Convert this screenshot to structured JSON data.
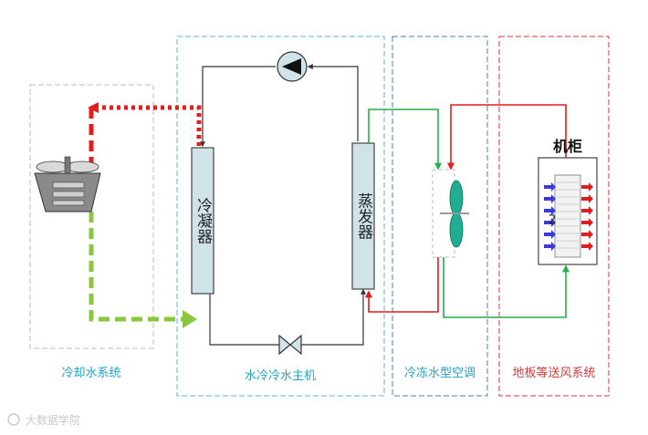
{
  "regions": {
    "cooling_water": "冷却水系统",
    "chiller": "水冷冷水主机",
    "ahu": "冷冻水型空调",
    "floor_supply": "地板等送风系统"
  },
  "components": {
    "condenser": "冷凝器",
    "evaporator": "蒸发器",
    "cabinet": "机柜",
    "cabinet_number": "2"
  },
  "watermark": "大数据学院",
  "colors": {
    "hot_water": "#e41c1c",
    "cool_water": "#8cc63f",
    "chilled_supply": "#22b14c",
    "refrigerant_line": "#333333",
    "heat_exchanger_fill": "#cfe3e8",
    "cooling_region_border": "#bbbbbb",
    "chiller_region_border": "#5bb6d6",
    "ahu_region_border": "#4a7fc1",
    "floor_region_border": "#d23a3a"
  },
  "icons": [
    "cooling-tower-icon",
    "pump-icon",
    "expansion-valve-icon",
    "fan-icon",
    "server-rack-icon"
  ]
}
